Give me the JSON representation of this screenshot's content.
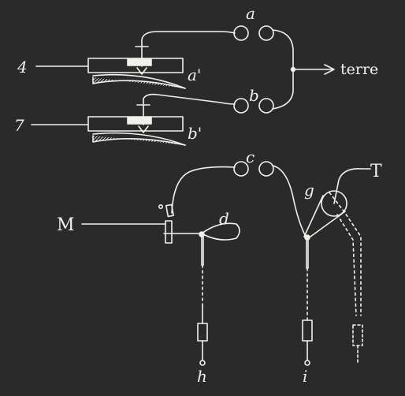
{
  "diagram": {
    "background": "#2a2a2a",
    "ink": "#f1f1ec",
    "labels": {
      "a": "a",
      "a_prime": "a'",
      "b": "b",
      "b_prime": "b'",
      "c": "c",
      "d": "d",
      "g": "g",
      "T": "T",
      "M": "M",
      "h": "h",
      "i": "i",
      "four": "4",
      "seven": "7",
      "terre": "terre"
    }
  }
}
